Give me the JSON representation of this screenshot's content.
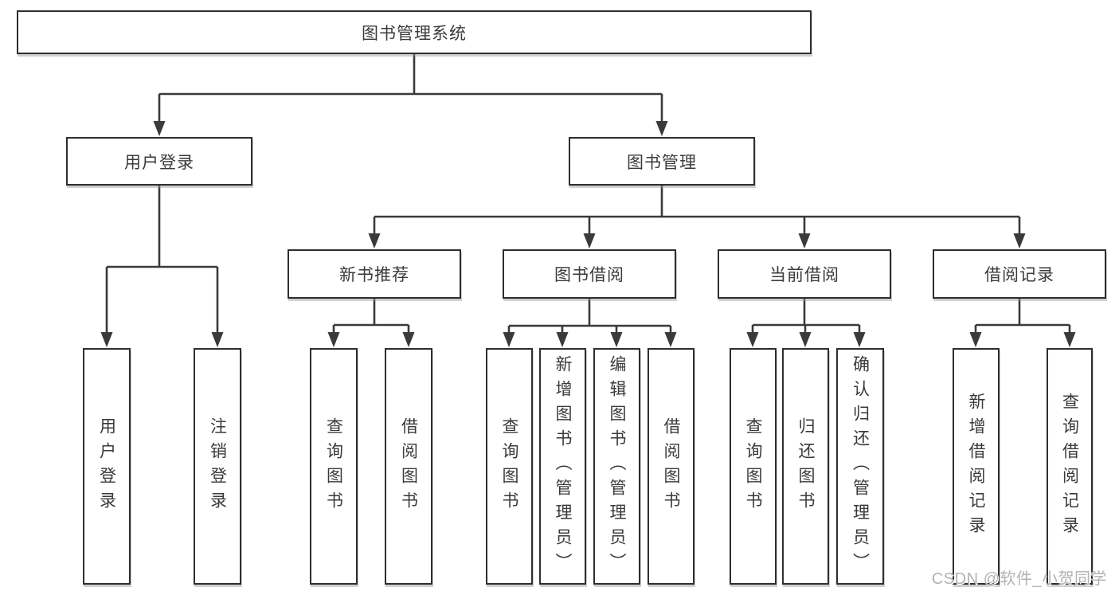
{
  "diagram": {
    "root": {
      "label": "图书管理系统"
    },
    "level2": [
      {
        "label": "用户登录"
      },
      {
        "label": "图书管理"
      }
    ],
    "level3": [
      {
        "label": "新书推荐"
      },
      {
        "label": "图书借阅"
      },
      {
        "label": "当前借阅"
      },
      {
        "label": "借阅记录"
      }
    ],
    "leaves": {
      "login": [
        {
          "label": "用户登录"
        },
        {
          "label": "注销登录"
        }
      ],
      "newbook": [
        {
          "label": "查询图书"
        },
        {
          "label": "借阅图书"
        }
      ],
      "borrow": [
        {
          "label": "查询图书"
        },
        {
          "label": "新增图书（管理员）"
        },
        {
          "label": "编辑图书（管理员）"
        },
        {
          "label": "借阅图书"
        }
      ],
      "current": [
        {
          "label": "查询图书"
        },
        {
          "label": "归还图书"
        },
        {
          "label": "确认归还（管理员）"
        }
      ],
      "record": [
        {
          "label": "新增借阅记录"
        },
        {
          "label": "查询借阅记录"
        }
      ]
    }
  },
  "watermark": {
    "text": "CSDN @软件_小贺同学"
  },
  "colors": {
    "line": "#3a3a3a",
    "box_border": "#2e2e2e",
    "box_background": "#ffffff",
    "text": "#3a3a3a",
    "watermark_text": "#b2b2b2",
    "page_background": "#ffffff"
  }
}
